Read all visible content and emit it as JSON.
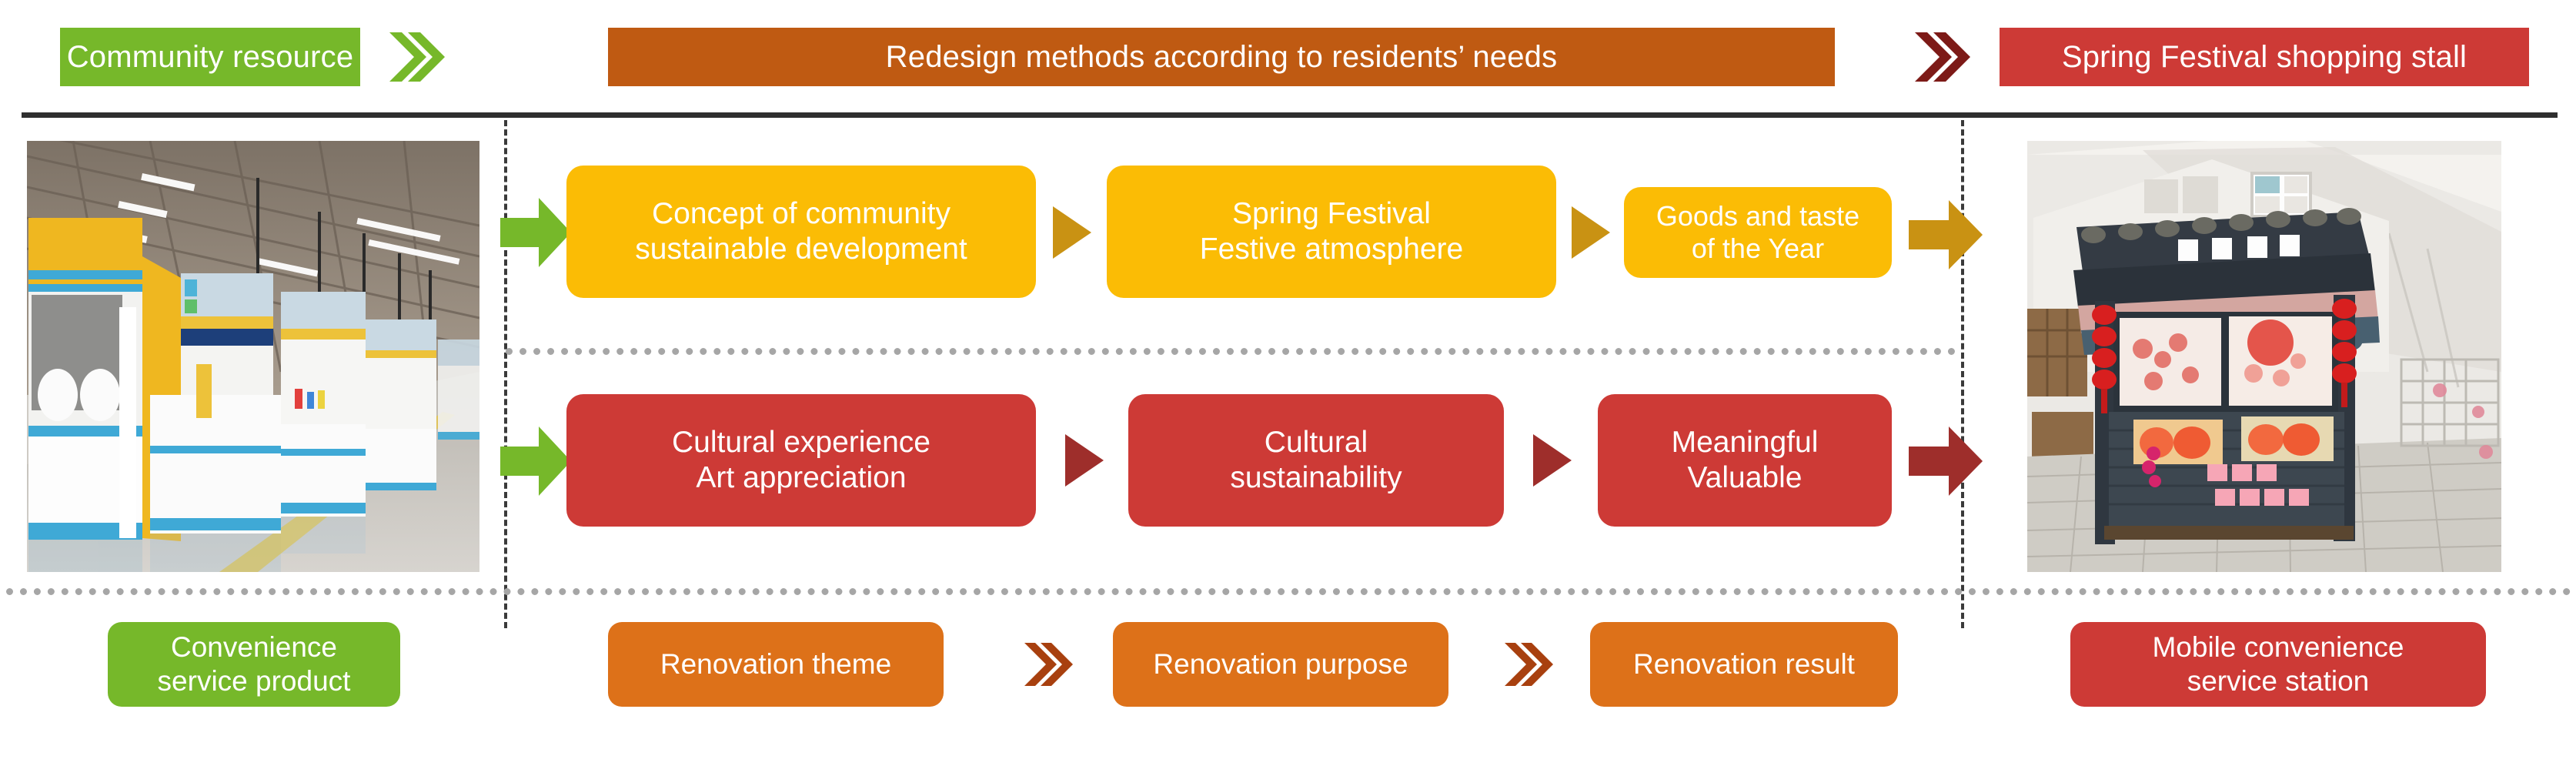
{
  "header": {
    "left_chip": "Community resource",
    "center_chip": "Redesign methods according to residents’ needs",
    "right_chip": "Spring Festival shopping stall",
    "chevron_left_icon": "double-chevron-right-icon",
    "chevron_right_icon": "double-chevron-right-icon",
    "colors": {
      "green": "#76b82a",
      "brown": "#bf5a12",
      "red": "#cd3a36",
      "dark_red": "#7d1a17"
    }
  },
  "rows": {
    "yellow": {
      "accent": "#fbbc05",
      "arrow_in_icon": "block-arrow-right-icon",
      "arrow_out_icon": "block-arrow-right-icon",
      "steps": [
        {
          "line1": "Concept of community",
          "line2": "sustainable development"
        },
        {
          "line1": "Spring Festival",
          "line2": "Festive atmosphere"
        },
        {
          "line1": "Goods and taste",
          "line2": "of the Year"
        }
      ],
      "connector_icon": "triangle-right-icon"
    },
    "red": {
      "accent": "#cd3a36",
      "arrow_in_icon": "block-arrow-right-icon",
      "arrow_out_icon": "block-arrow-right-icon",
      "steps": [
        {
          "line1": "Cultural experience",
          "line2": "Art appreciation"
        },
        {
          "line1": "Cultural",
          "line2": "sustainability"
        },
        {
          "line1": "Meaningful",
          "line2": "Valuable"
        }
      ],
      "connector_icon": "triangle-right-icon"
    }
  },
  "footer": {
    "left_label": {
      "line1": "Convenience",
      "line2": "service product"
    },
    "steps": [
      {
        "label": "Renovation theme"
      },
      {
        "label": "Renovation purpose"
      },
      {
        "label": "Renovation result"
      }
    ],
    "right_label": {
      "line1": "Mobile convenience",
      "line2": "service station"
    },
    "chevron_icon": "double-chevron-right-icon",
    "colors": {
      "green": "#76b82a",
      "orange": "#dd7119",
      "red": "#cd3a36",
      "dark_orange": "#a8400f"
    }
  },
  "photos": {
    "left": {
      "alt": "community-resource-showroom-photo"
    },
    "right": {
      "alt": "spring-festival-shopping-stall-photo"
    }
  }
}
